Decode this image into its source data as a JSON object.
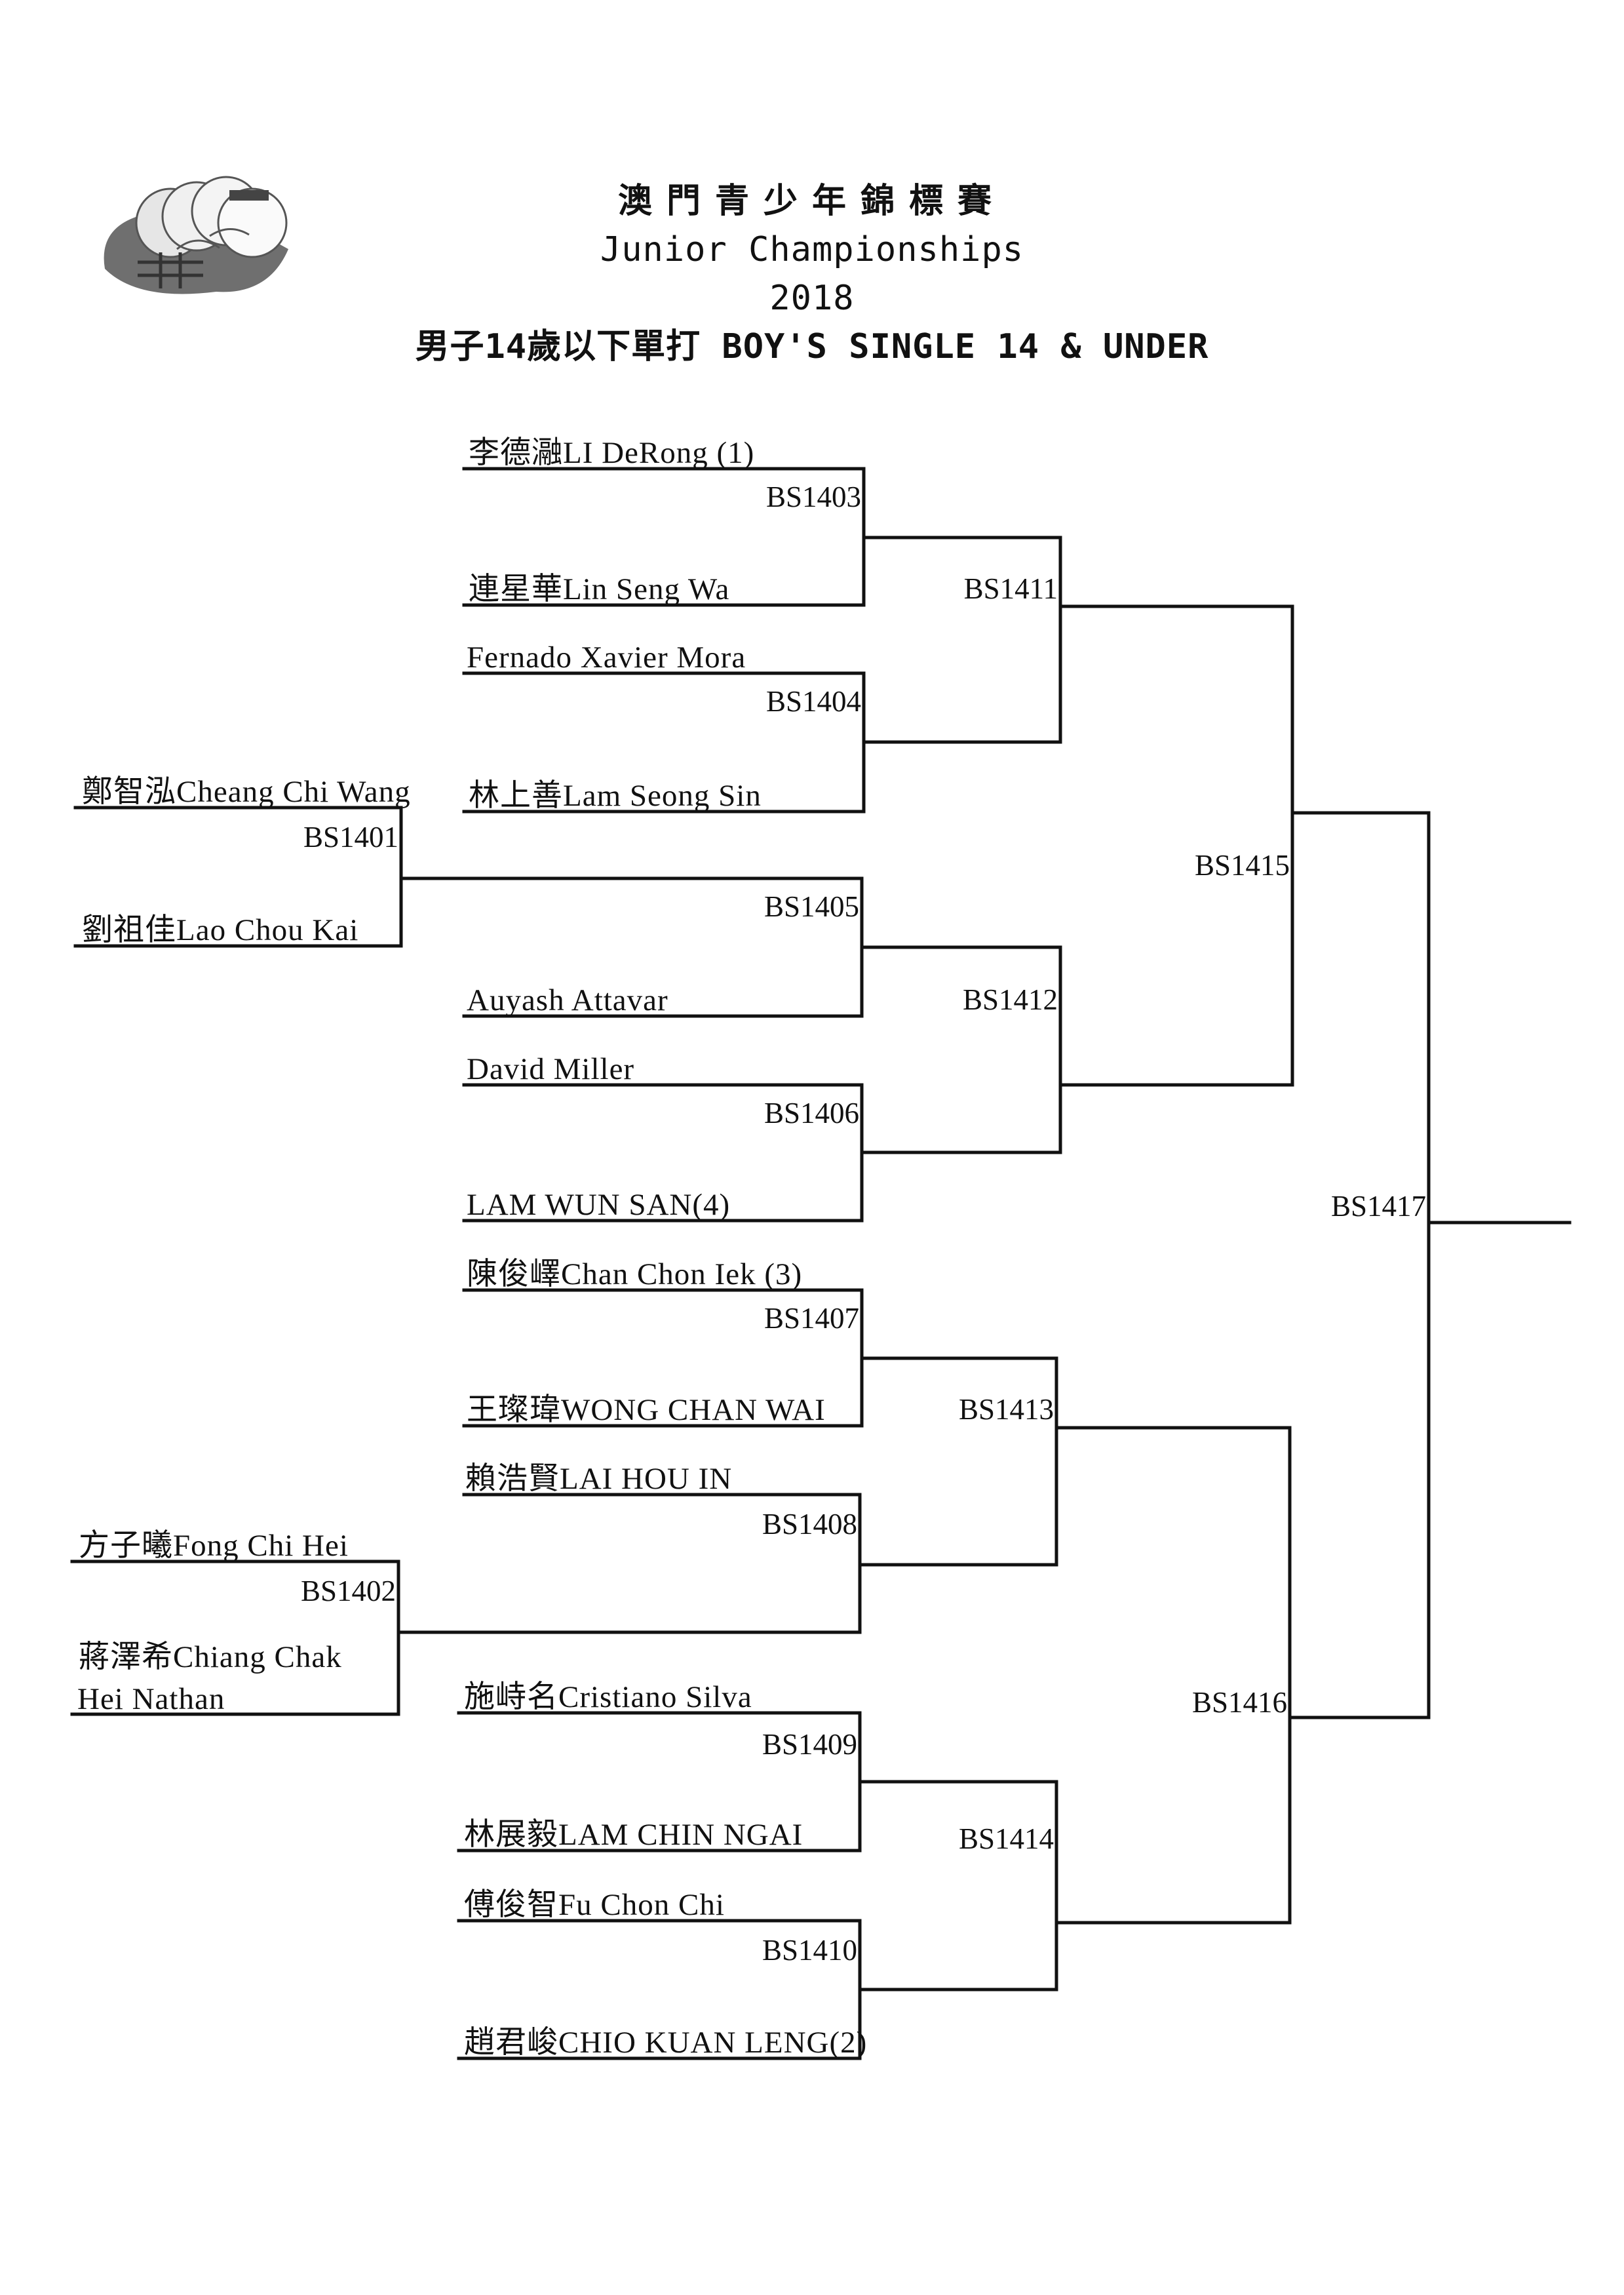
{
  "header": {
    "title_cn": "澳門青少年錦標賽",
    "title_en": "Junior Championships",
    "year": "2018",
    "event": "男子14歲以下單打 BOY'S SINGLE 14 & UNDER"
  },
  "logo": {
    "icon": "tennis-balls-logo-icon"
  },
  "colors": {
    "ink": "#111111",
    "paper": "#ffffff",
    "logo_gray": "#7a7a7a"
  },
  "bracket": {
    "players": [
      "鄭智泓Cheang Chi Wang",
      "劉祖佳Lao Chou Kai",
      "方子曦Fong Chi Hei",
      "蔣澤希Chiang Chak",
      "Hei Nathan",
      "李德瀜LI DeRong (1)",
      "連星華Lin Seng Wa",
      "Fernado Xavier Mora",
      "林上善Lam Seong Sin",
      "Auyash Attavar",
      "David Miller",
      "LAM WUN SAN(4)",
      "陳俊嶧Chan Chon Iek (3)",
      "王璨瑋WONG CHAN WAI",
      "賴浩賢LAI HOU IN",
      "施峙名Cristiano Silva",
      "林展毅LAM CHIN NGAI",
      "傅俊智Fu Chon Chi",
      "趙君峻CHIO KUAN LENG(2)"
    ],
    "matches": [
      "BS1401",
      "BS1402",
      "BS1403",
      "BS1404",
      "BS1405",
      "BS1406",
      "BS1407",
      "BS1408",
      "BS1409",
      "BS1410",
      "BS1411",
      "BS1412",
      "BS1413",
      "BS1414",
      "BS1415",
      "BS1416",
      "BS1417"
    ]
  }
}
